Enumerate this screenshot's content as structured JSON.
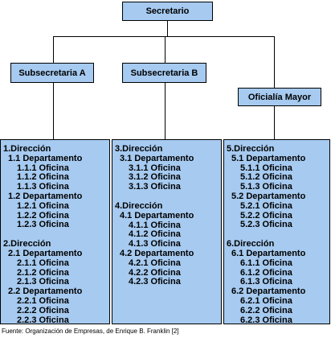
{
  "diagram": {
    "root": "Secretario",
    "level2": [
      "Subsecretaria A",
      "Subsecretaria B",
      "Oficialía Mayor"
    ],
    "columns": [
      [
        {
          "level": 0,
          "text": "1.Dirección"
        },
        {
          "level": 1,
          "text": "1.1 Departamento"
        },
        {
          "level": 2,
          "text": "1.1.1 Oficina"
        },
        {
          "level": 2,
          "text": "1.1.2 Oficina"
        },
        {
          "level": 2,
          "text": "1.1.3 Oficina"
        },
        {
          "level": 1,
          "text": "1.2 Departamento"
        },
        {
          "level": 2,
          "text": "1.2.1 Oficina"
        },
        {
          "level": 2,
          "text": "1.2.2 Oficina"
        },
        {
          "level": 2,
          "text": "1.2.3 Oficina"
        },
        {
          "gap": true
        },
        {
          "level": 0,
          "text": "2.Dirección"
        },
        {
          "level": 1,
          "text": "2.1 Departamento"
        },
        {
          "level": 2,
          "text": "2.1.1 Oficina"
        },
        {
          "level": 2,
          "text": "2.1.2 Oficina"
        },
        {
          "level": 2,
          "text": "2.1.3 Oficina"
        },
        {
          "level": 1,
          "text": "2.2 Departamento"
        },
        {
          "level": 2,
          "text": "2.2.1 Oficina"
        },
        {
          "level": 2,
          "text": "2.2.2 Oficina"
        },
        {
          "level": 2,
          "text": "2.2.3 Oficina"
        }
      ],
      [
        {
          "level": 0,
          "text": "3.Dirección"
        },
        {
          "level": 1,
          "text": "3.1 Departamento"
        },
        {
          "level": 2,
          "text": "3.1.1 Oficina"
        },
        {
          "level": 2,
          "text": "3.1.2 Oficina"
        },
        {
          "level": 2,
          "text": "3.1.3 Oficina"
        },
        {
          "gap": true
        },
        {
          "level": 0,
          "text": "4.Dirección"
        },
        {
          "level": 1,
          "text": "4.1 Departamento"
        },
        {
          "level": 2,
          "text": "4.1.1 Oficina"
        },
        {
          "level": 2,
          "text": "4.1.2 Oficina"
        },
        {
          "level": 2,
          "text": "4.1.3 Oficina"
        },
        {
          "level": 1,
          "text": "4.2 Departamento"
        },
        {
          "level": 2,
          "text": "4.2.1 Oficina"
        },
        {
          "level": 2,
          "text": "4.2.2 Oficina"
        },
        {
          "level": 2,
          "text": "4.2.3 Oficina"
        }
      ],
      [
        {
          "level": 0,
          "text": "5.Dirección"
        },
        {
          "level": 1,
          "text": "5.1 Departamento"
        },
        {
          "level": 2,
          "text": "5.1.1 Oficina"
        },
        {
          "level": 2,
          "text": "5.1.2 Oficina"
        },
        {
          "level": 2,
          "text": "5.1.3 Oficina"
        },
        {
          "level": 1,
          "text": "5.2 Departamento"
        },
        {
          "level": 2,
          "text": "5.2.1 Oficina"
        },
        {
          "level": 2,
          "text": "5.2.2 Oficina"
        },
        {
          "level": 2,
          "text": "5.2.3 Oficina"
        },
        {
          "gap": true
        },
        {
          "level": 0,
          "text": "6.Dirección"
        },
        {
          "level": 1,
          "text": "6.1 Departamento"
        },
        {
          "level": 2,
          "text": "6.1.1 Oficina"
        },
        {
          "level": 2,
          "text": "6.1.2 Oficina"
        },
        {
          "level": 2,
          "text": "6.1.3 Oficina"
        },
        {
          "level": 1,
          "text": "6.2 Departamento"
        },
        {
          "level": 2,
          "text": "6.2.1 Oficina"
        },
        {
          "level": 2,
          "text": "6.2.2 Oficina"
        },
        {
          "level": 2,
          "text": "6.2.3 Oficina"
        }
      ]
    ]
  },
  "footer": "Fuente: Organización de Empresas, de Enrique B. Franklin [2]",
  "colors": {
    "box_fill": "#a6caf0",
    "border": "#000000"
  }
}
